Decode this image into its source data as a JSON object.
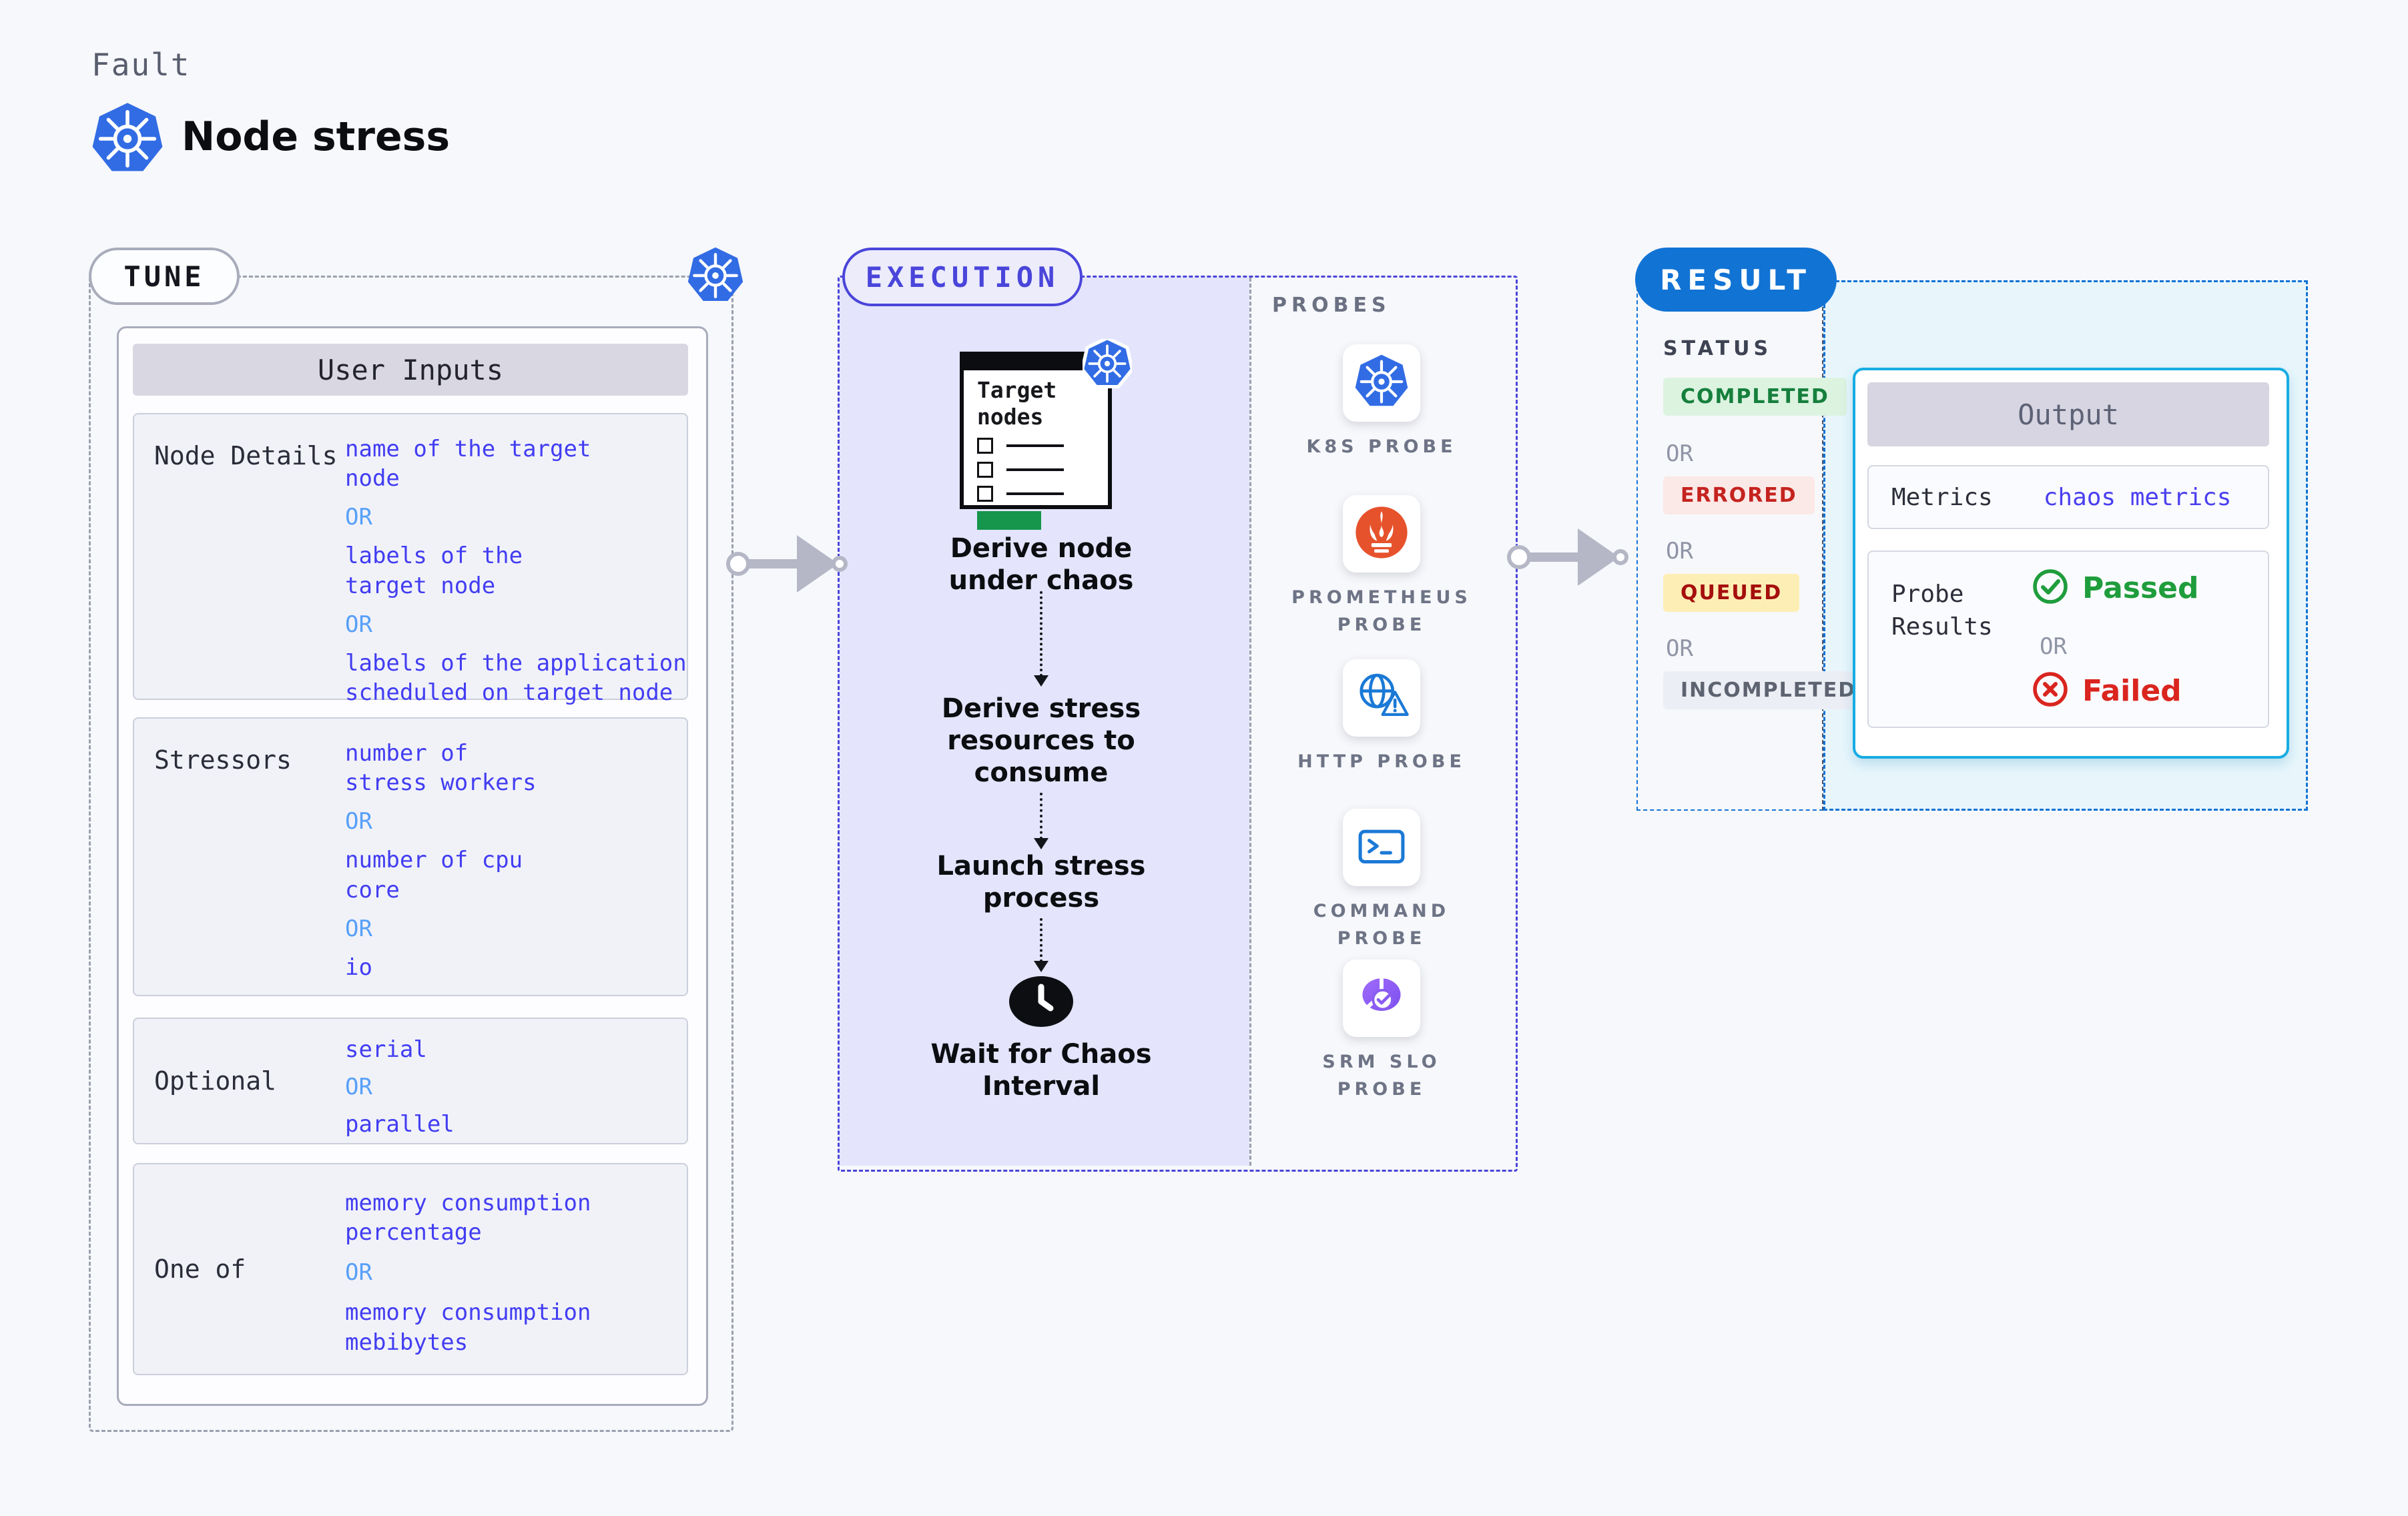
{
  "header": {
    "kicker": "Fault",
    "title": "Node stress"
  },
  "tune": {
    "pill": "TUNE",
    "panel_title": "User Inputs",
    "or": "OR",
    "rows": [
      {
        "label": "Node Details",
        "v1": "name of the target node",
        "v2": "labels of the target node",
        "v3": "labels of the application scheduled on target node"
      },
      {
        "label": "Stressors",
        "v1": "number of stress workers",
        "v2": "number of cpu core",
        "v3": "io"
      },
      {
        "label": "Optional",
        "v1": "serial",
        "v2": "parallel"
      },
      {
        "label": "One of",
        "v1": "memory consumption percentage",
        "v2": "memory consumption mebibytes"
      }
    ]
  },
  "execution": {
    "pill": "EXECUTION",
    "doc_title": "Target nodes",
    "steps": [
      "Derive node under chaos",
      "Derive stress resources to consume",
      "Launch stress process",
      "Wait for Chaos Interval"
    ],
    "probes": {
      "title": "PROBES",
      "items": [
        {
          "label": "K8S PROBE",
          "icon": "kubernetes-icon"
        },
        {
          "label": "PROMETHEUS PROBE",
          "icon": "prometheus-icon"
        },
        {
          "label": "HTTP PROBE",
          "icon": "globe-alert-icon"
        },
        {
          "label": "COMMAND PROBE",
          "icon": "terminal-icon"
        },
        {
          "label": "SRM SLO PROBE",
          "icon": "slo-pie-check-icon"
        }
      ]
    }
  },
  "result": {
    "pill": "RESULT",
    "status_title": "STATUS",
    "or": "OR",
    "badges": [
      "COMPLETED",
      "ERRORED",
      "QUEUED",
      "INCOMPLETED"
    ],
    "output": {
      "title": "Output",
      "metrics_label": "Metrics",
      "metrics_value": "chaos metrics",
      "probe_results_label": "Probe Results",
      "passed": "Passed",
      "failed": "Failed",
      "or": "OR"
    }
  },
  "colors": {
    "kubernetes_blue": "#326ce5",
    "execution_indigo": "#4a45da",
    "execution_fill": "#e4e4fc",
    "result_blue": "#1173d4",
    "output_cyan_border": "#17ace2",
    "result_fill": "#e8f6fc",
    "value_indigo": "#423df2",
    "or_blue": "#57a0f8",
    "passed_green": "#1f9d3c",
    "failed_red": "#da251f",
    "prometheus_orange": "#e6522c",
    "srm_purple": "#8a5cf0",
    "arrow_gray": "#b5b7c6",
    "doc_green": "#15964c"
  }
}
